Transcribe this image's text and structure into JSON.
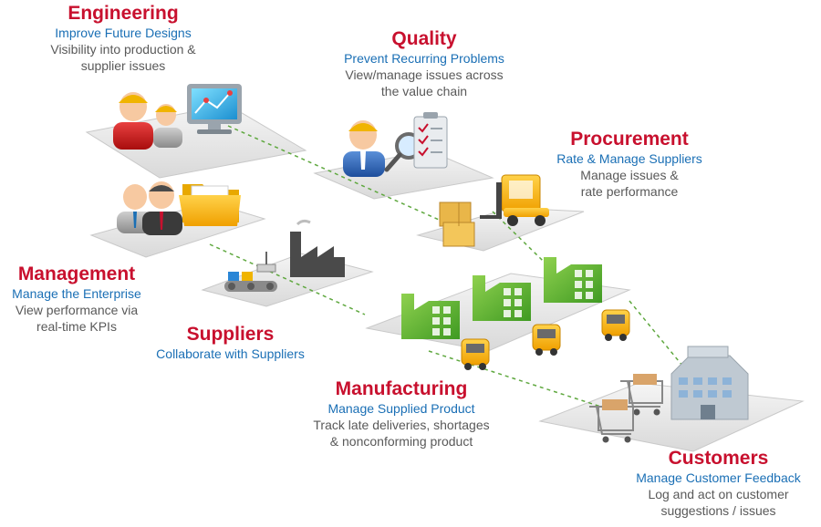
{
  "sections": {
    "engineering": {
      "title": "Engineering",
      "subtitle": "Improve Future Designs",
      "description": [
        "Visibility into production &",
        "supplier issues"
      ]
    },
    "quality": {
      "title": "Quality",
      "subtitle": "Prevent Recurring Problems",
      "description": [
        "View/manage issues across",
        "the value chain"
      ]
    },
    "procurement": {
      "title": "Procurement",
      "subtitle": "Rate & Manage Suppliers",
      "description": [
        "Manage issues &",
        "rate performance"
      ]
    },
    "management": {
      "title": "Management",
      "subtitle": "Manage the Enterprise",
      "description": [
        "View performance via",
        "real-time KPIs"
      ]
    },
    "suppliers": {
      "title": "Suppliers",
      "subtitle": "Collaborate with Suppliers",
      "description": []
    },
    "manufacturing": {
      "title": "Manufacturing",
      "subtitle": "Manage Supplied Product",
      "description": [
        "Track late deliveries, shortages",
        "& nonconforming product"
      ]
    },
    "customers": {
      "title": "Customers",
      "subtitle": "Manage Customer Feedback",
      "description": [
        "Log and act on customer",
        "suggestions / issues"
      ]
    }
  },
  "icons": [
    "worker-icon",
    "monitor-chart-icon",
    "inspector-icon",
    "magnifier-icon",
    "checklist-icon",
    "forklift-icon",
    "boxes-icon",
    "business-people-icon",
    "folder-icon",
    "factory-icon",
    "conveyor-icon",
    "plant-icon",
    "truck-icon",
    "shopping-cart-icon",
    "office-building-icon"
  ],
  "colors": {
    "title": "#c8102e",
    "subtitle": "#1a6fb5",
    "description": "#595959",
    "connector": "#5fa83f"
  }
}
